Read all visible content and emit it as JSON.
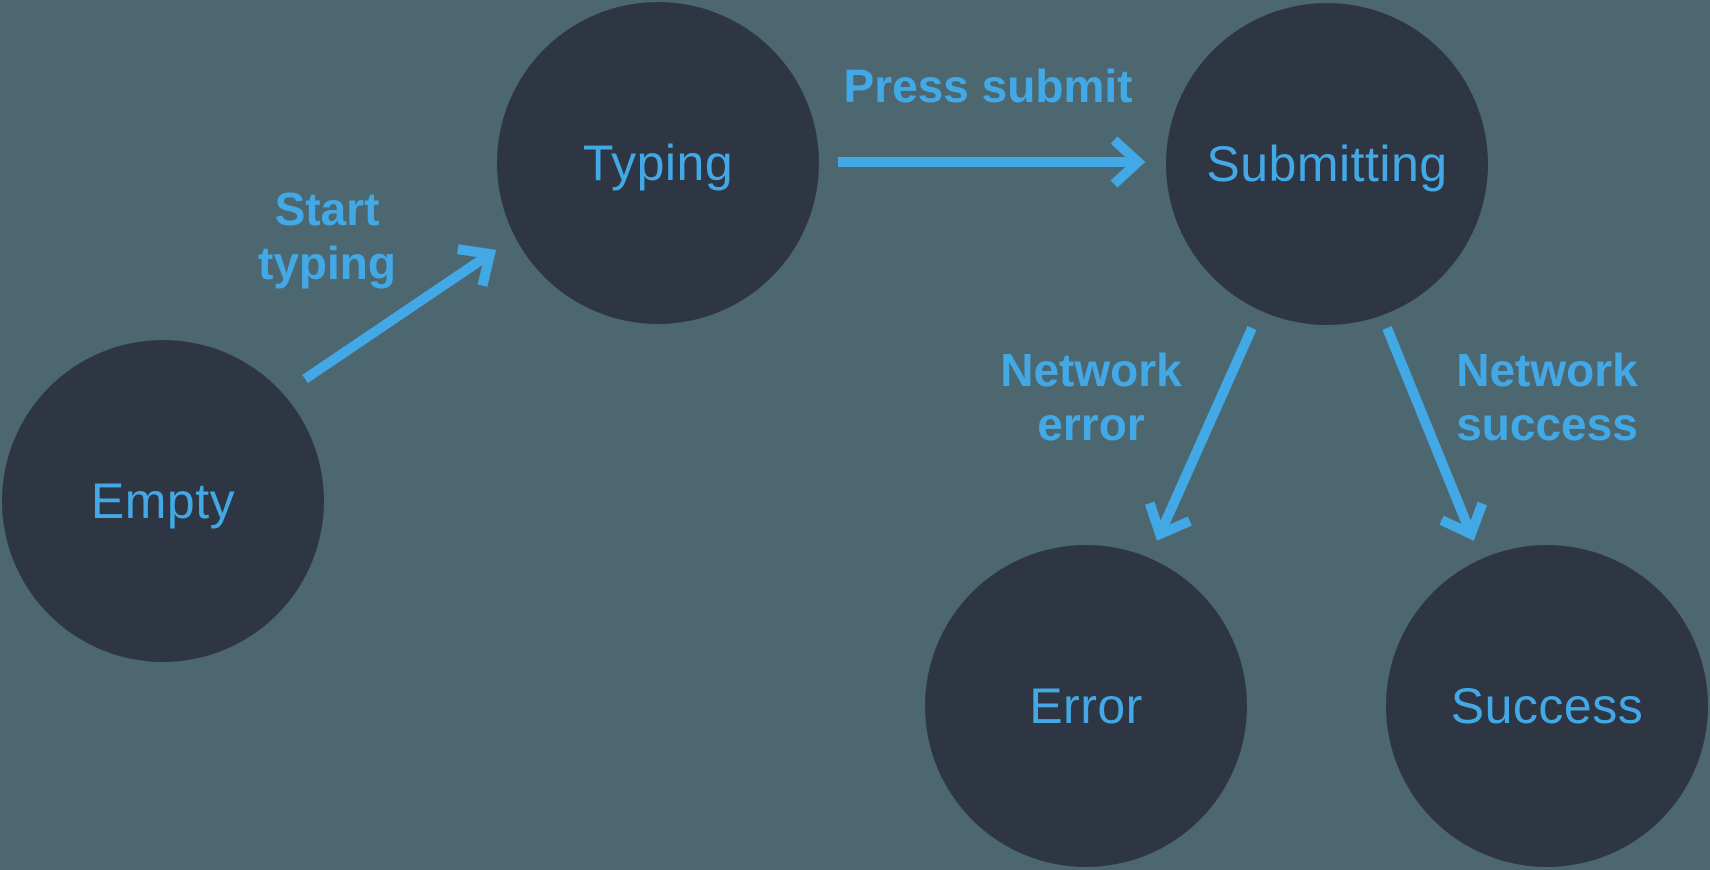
{
  "diagram": {
    "type": "state-machine-diagram",
    "colors": {
      "background": "#4C6770",
      "node_fill": "#2E3643",
      "accent_blue": "#42A9E6"
    },
    "nodes": [
      {
        "id": "empty",
        "label": "Empty"
      },
      {
        "id": "typing",
        "label": "Typing"
      },
      {
        "id": "submitting",
        "label": "Submitting"
      },
      {
        "id": "error",
        "label": "Error"
      },
      {
        "id": "success",
        "label": "Success"
      }
    ],
    "edges": [
      {
        "from": "empty",
        "to": "typing",
        "label": "Start typing",
        "lines": [
          "Start",
          "typing"
        ]
      },
      {
        "from": "typing",
        "to": "submitting",
        "label": "Press submit",
        "lines": [
          "Press submit"
        ]
      },
      {
        "from": "submitting",
        "to": "error",
        "label": "Network error",
        "lines": [
          "Network",
          "error"
        ]
      },
      {
        "from": "submitting",
        "to": "success",
        "label": "Network success",
        "lines": [
          "Network",
          "success"
        ]
      }
    ]
  }
}
